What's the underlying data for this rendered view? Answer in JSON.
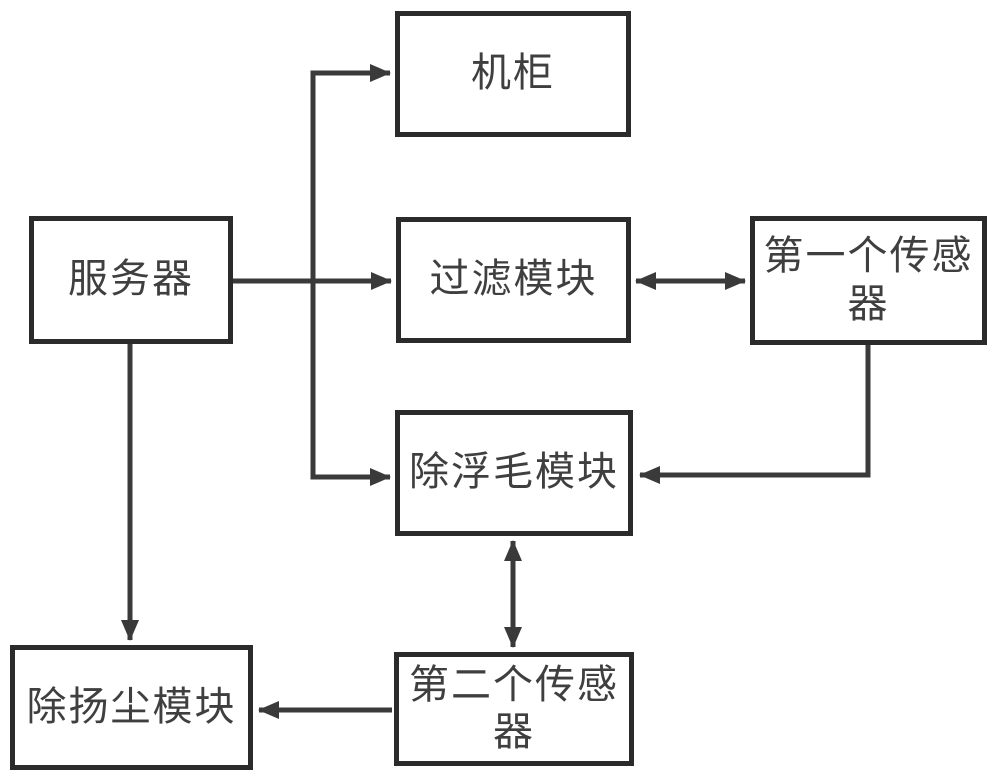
{
  "diagram": {
    "type": "block-diagram",
    "background": "#ffffff",
    "colors": {
      "box_border": "#2b2b2b",
      "line": "#3a3a3a",
      "text": "#3f3f3f"
    },
    "nodes": {
      "cabinet": {
        "label": "机柜"
      },
      "server": {
        "label": "服务器"
      },
      "filter_module": {
        "label": "过滤模块"
      },
      "first_sensor": {
        "label": "第一个传感器"
      },
      "defluff_module": {
        "label": "除浮毛模块"
      },
      "second_sensor": {
        "label": "第二个传感器"
      },
      "dedust_module": {
        "label": "除扬尘模块"
      }
    },
    "edges": [
      {
        "from": "server",
        "to": "cabinet",
        "direction": "one-way"
      },
      {
        "from": "server",
        "to": "filter_module",
        "direction": "one-way"
      },
      {
        "from": "server",
        "to": "defluff_module",
        "direction": "one-way"
      },
      {
        "from": "server",
        "to": "dedust_module",
        "direction": "one-way"
      },
      {
        "from": "filter_module",
        "to": "first_sensor",
        "direction": "two-way"
      },
      {
        "from": "first_sensor",
        "to": "defluff_module",
        "direction": "one-way"
      },
      {
        "from": "defluff_module",
        "to": "second_sensor",
        "direction": "two-way"
      },
      {
        "from": "second_sensor",
        "to": "dedust_module",
        "direction": "one-way"
      }
    ]
  }
}
